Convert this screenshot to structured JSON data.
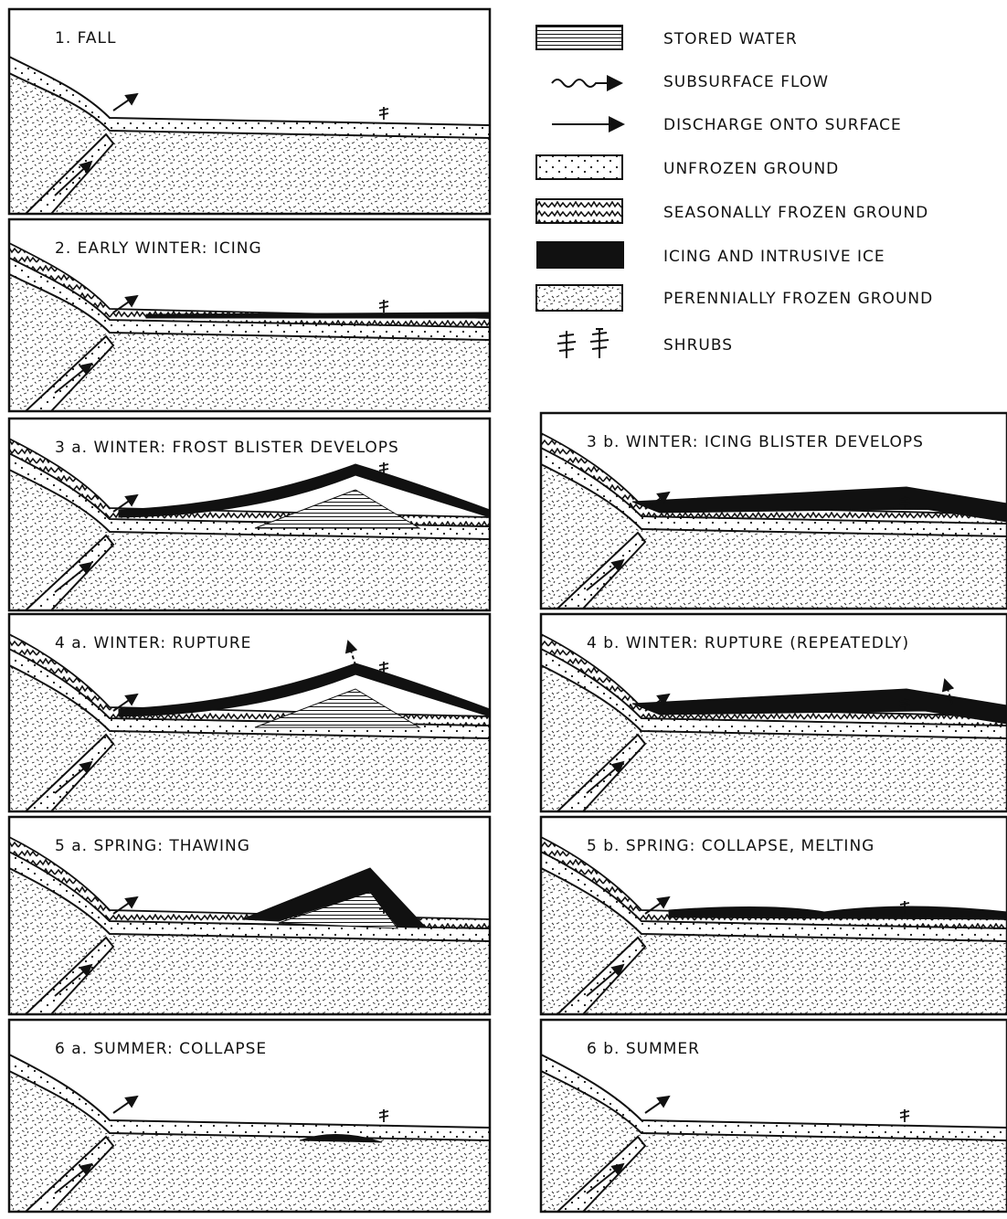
{
  "legend": [
    {
      "key": "stored-water",
      "label": "STORED WATER",
      "icon": "stored-water-swatch"
    },
    {
      "key": "subsurface-flow",
      "label": "SUBSURFACE FLOW",
      "icon": "wavy-arrow-icon"
    },
    {
      "key": "discharge",
      "label": "DISCHARGE ONTO SURFACE",
      "icon": "straight-arrow-icon"
    },
    {
      "key": "unfrozen",
      "label": "UNFROZEN GROUND",
      "icon": "unfrozen-ground-swatch"
    },
    {
      "key": "seasonal",
      "label": "SEASONALLY FROZEN GROUND",
      "icon": "seasonally-frozen-swatch"
    },
    {
      "key": "icing",
      "label": "ICING AND INTRUSIVE ICE",
      "icon": "icing-swatch"
    },
    {
      "key": "perennial",
      "label": "PERENNIALLY FROZEN GROUND",
      "icon": "perennially-frozen-swatch"
    },
    {
      "key": "shrubs",
      "label": "SHRUBS",
      "icon": "shrub-icon"
    }
  ],
  "panels": [
    {
      "id": "p1",
      "title": "1. FALL"
    },
    {
      "id": "p2",
      "title": "2. EARLY WINTER: ICING"
    },
    {
      "id": "p3a",
      "title": "3 a. WINTER: FROST BLISTER DEVELOPS"
    },
    {
      "id": "p4a",
      "title": "4 a. WINTER: RUPTURE"
    },
    {
      "id": "p5a",
      "title": "5 a. SPRING: THAWING"
    },
    {
      "id": "p6a",
      "title": "6 a. SUMMER: COLLAPSE"
    },
    {
      "id": "p3b",
      "title": "3 b. WINTER: ICING BLISTER DEVELOPS"
    },
    {
      "id": "p4b",
      "title": "4 b. WINTER: RUPTURE (REPEATEDLY)"
    },
    {
      "id": "p5b",
      "title": "5 b. SPRING: COLLAPSE, MELTING"
    },
    {
      "id": "p6b",
      "title": "6 b. SUMMER"
    }
  ],
  "colors": {
    "ink": "#111111",
    "paper": "#ffffff"
  }
}
